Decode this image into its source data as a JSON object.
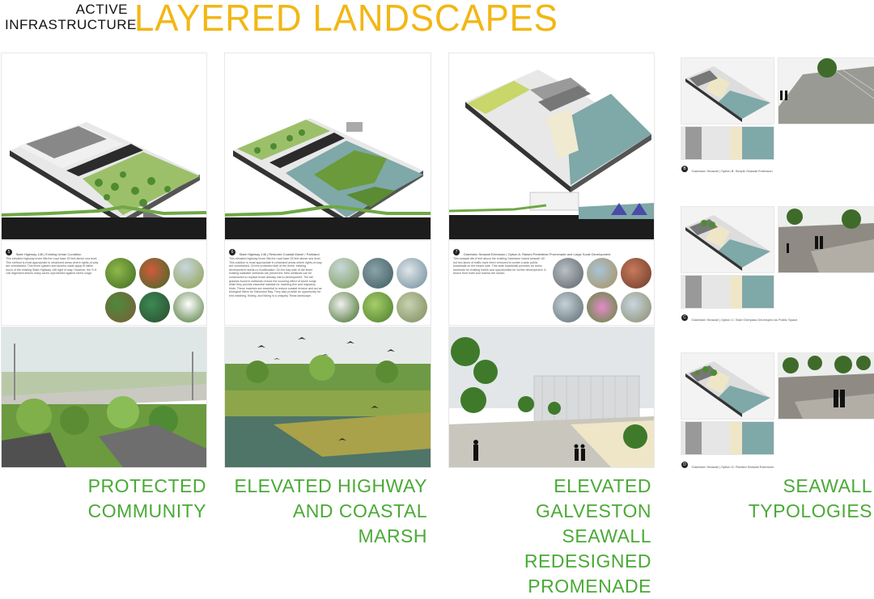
{
  "header": {
    "line1": "ACTIVE",
    "line2": "INFRASTRUCTURE",
    "title": "LAYERED LANDSCAPES",
    "title_color": "#f2b715"
  },
  "caption_color": "#4aaa36",
  "columns": [
    {
      "number": "5",
      "plan_title": "State Highway 146 | Existing Urban Condition",
      "description": "This elevated highway levee lifts the road base 25 feet above sea level. This method is most appropriate in urbanized areas where rights-of-way are constrained. This levee system and access roads apply fit within much of the existing State Highway 146 right of way. However, the S.H. 146 alignment leaves many acres unprotected against storm surge.",
      "caption": "PROTECTED\nCOMMUNITY"
    },
    {
      "number": "6",
      "plan_title": "State Highway 146 | Restored Coastal Marsh / Parkland",
      "description": "This elevated highway levee lifts the road base 25 feet above sea level. This solution is most appropriate in urbanized areas where rights-of-way are constrained. On the protected side of the levee, existing development needs no modification. On the bay side of the levee existing saltwater wetlands are preserved. New wetlands can be constructed to replace those already lost to development. The tall grasses found in wetlands reduce the scouring effect of storm surge while they provide essential habitats for hatching fish and migratory birds. These marshes are essential to reduce coastal erosion and act as biological filters for Galveston Bay. They also provide an opportunity for bird watching, fishing, and hiking in a uniquely Texas landscape.",
      "caption": "ELEVATED HIGHWAY\nAND COASTAL MARSH"
    },
    {
      "number": "7",
      "plan_title": "Galveston Seawall Extension | Option A: Raised Pedestrian Promenade and Large Scale Development",
      "description": "This seawall sits 8 feet above the existing Galveston Island seawall. All but two lanes of traffic have been removed to create a wide public boardwalk on the beach side. This wide boardwalk provides an iconic landmark for existing hotels and opportunities for further development. A beach front hotel and marina are shown.",
      "caption": "ELEVATED GALVESTON\nSEAWALL REDESIGNED\nPROMENADE"
    }
  ],
  "seawall": {
    "caption": "SEAWALL TYPOLOGIES",
    "options": [
      {
        "letter": "B",
        "label": "Galveston Seawall | Option B: Simple Seawall Extension"
      },
      {
        "letter": "C",
        "label": "Galveston Seawall | Option C: Stair Overpass Developed as Public Space"
      },
      {
        "letter": "D",
        "label": "Galveston Seawall | Option D: Planted Seawall Extension"
      }
    ]
  }
}
